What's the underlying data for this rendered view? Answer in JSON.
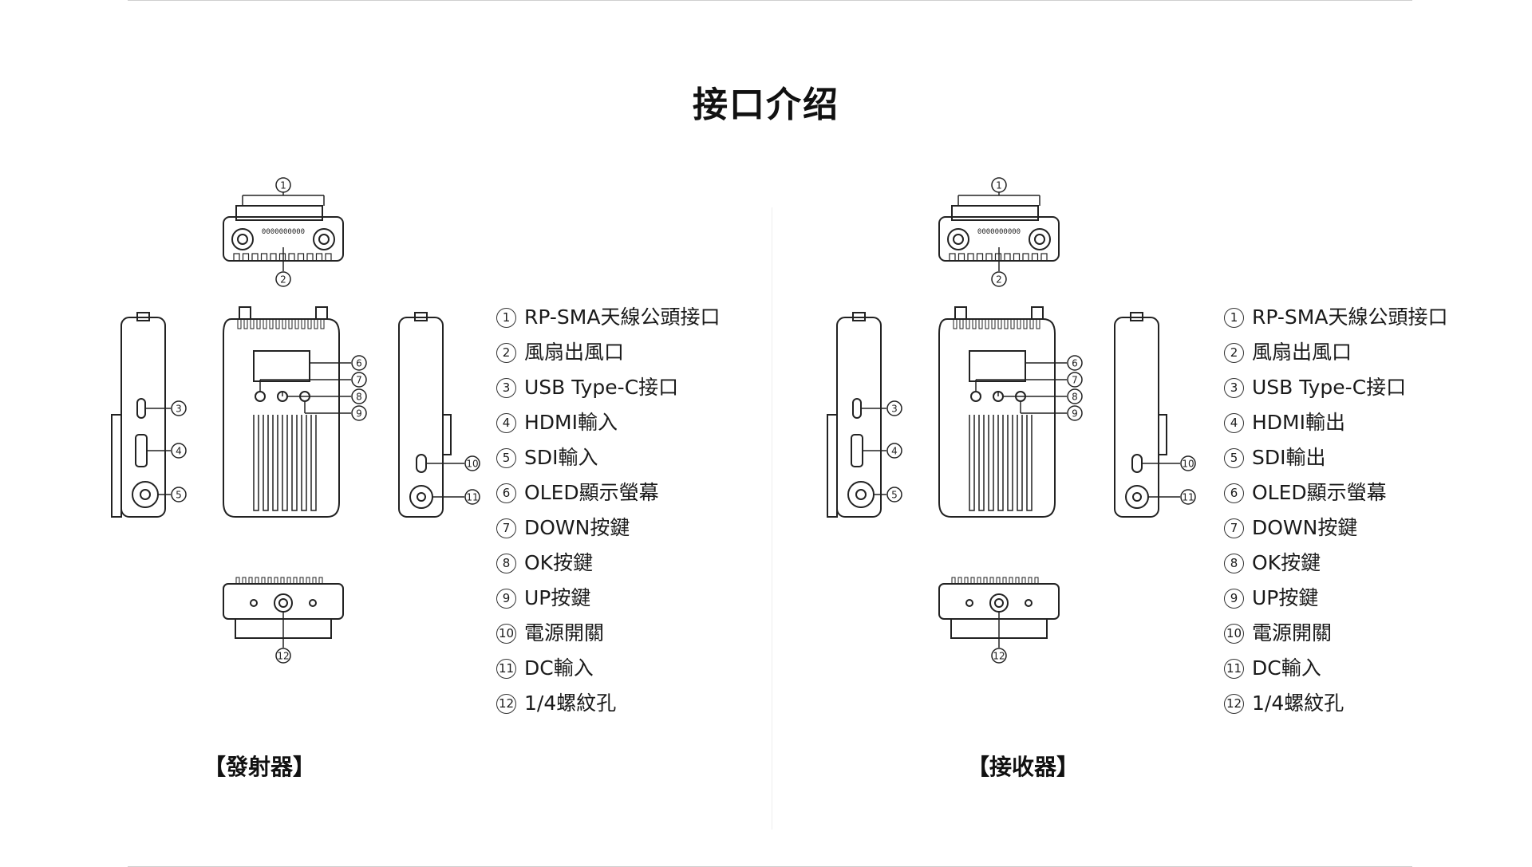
{
  "page_title": "接口介绍",
  "transmitter": {
    "caption": "【發射器】",
    "legend": [
      {
        "num": "1",
        "label": "RP-SMA天線公頭接口"
      },
      {
        "num": "2",
        "label": "風扇出風口"
      },
      {
        "num": "3",
        "label": "USB Type-C接口"
      },
      {
        "num": "4",
        "label": "HDMI輸入"
      },
      {
        "num": "5",
        "label": "SDI輸入"
      },
      {
        "num": "6",
        "label": "OLED顯示螢幕"
      },
      {
        "num": "7",
        "label": "DOWN按鍵"
      },
      {
        "num": "8",
        "label": "OK按鍵"
      },
      {
        "num": "9",
        "label": "UP按鍵"
      },
      {
        "num": "10",
        "label": "電源開關"
      },
      {
        "num": "11",
        "label": "DC輸入"
      },
      {
        "num": "12",
        "label": "1/4螺紋孔"
      }
    ]
  },
  "receiver": {
    "caption": "【接收器】",
    "legend": [
      {
        "num": "1",
        "label": "RP-SMA天線公頭接口"
      },
      {
        "num": "2",
        "label": "風扇出風口"
      },
      {
        "num": "3",
        "label": "USB Type-C接口"
      },
      {
        "num": "4",
        "label": "HDMI輸出"
      },
      {
        "num": "5",
        "label": "SDI輸出"
      },
      {
        "num": "6",
        "label": "OLED顯示螢幕"
      },
      {
        "num": "7",
        "label": "DOWN按鍵"
      },
      {
        "num": "8",
        "label": "OK按鍵"
      },
      {
        "num": "9",
        "label": "UP按鍵"
      },
      {
        "num": "10",
        "label": "電源開關"
      },
      {
        "num": "11",
        "label": "DC輸入"
      },
      {
        "num": "12",
        "label": "1/4螺紋孔"
      }
    ]
  },
  "serial_text": "0000000000",
  "callout_numbers": [
    "1",
    "2",
    "3",
    "4",
    "5",
    "6",
    "7",
    "8",
    "9",
    "10",
    "11",
    "12"
  ]
}
